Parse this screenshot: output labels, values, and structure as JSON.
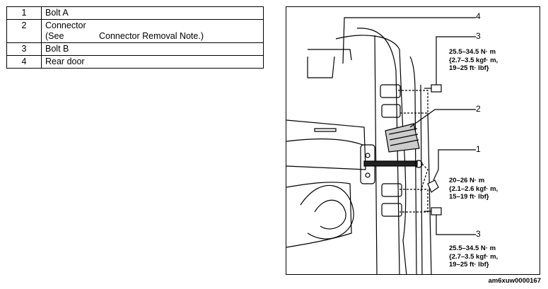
{
  "parts_table": {
    "rows": [
      {
        "num": "1",
        "name": "Bolt A"
      },
      {
        "num": "2",
        "name": "Connector",
        "sub_see": "(See",
        "sub_note": "Connector Removal Note.)"
      },
      {
        "num": "3",
        "name": "Bolt B"
      },
      {
        "num": "4",
        "name": "Rear door"
      }
    ]
  },
  "diagram": {
    "callouts": {
      "door": "4",
      "connector": "2",
      "bolt_a": "1",
      "bolt_b_upper": "3",
      "bolt_b_lower": "3"
    },
    "specs": {
      "bolt_b_upper": [
        "25.5–34.5  N· m",
        "{2.7–3.5  kgf· m,",
        "19–25  ft· lbf}"
      ],
      "bolt_a": [
        "20–26  N· m",
        "{2.1–2.6  kgf· m,",
        "15–19  ft· lbf}"
      ],
      "bolt_b_lower": [
        "25.5–34.5  N· m",
        "{2.7–3.5  kgf· m,",
        "19–25  ft· lbf}"
      ]
    },
    "code": "am6xuw0000167"
  }
}
